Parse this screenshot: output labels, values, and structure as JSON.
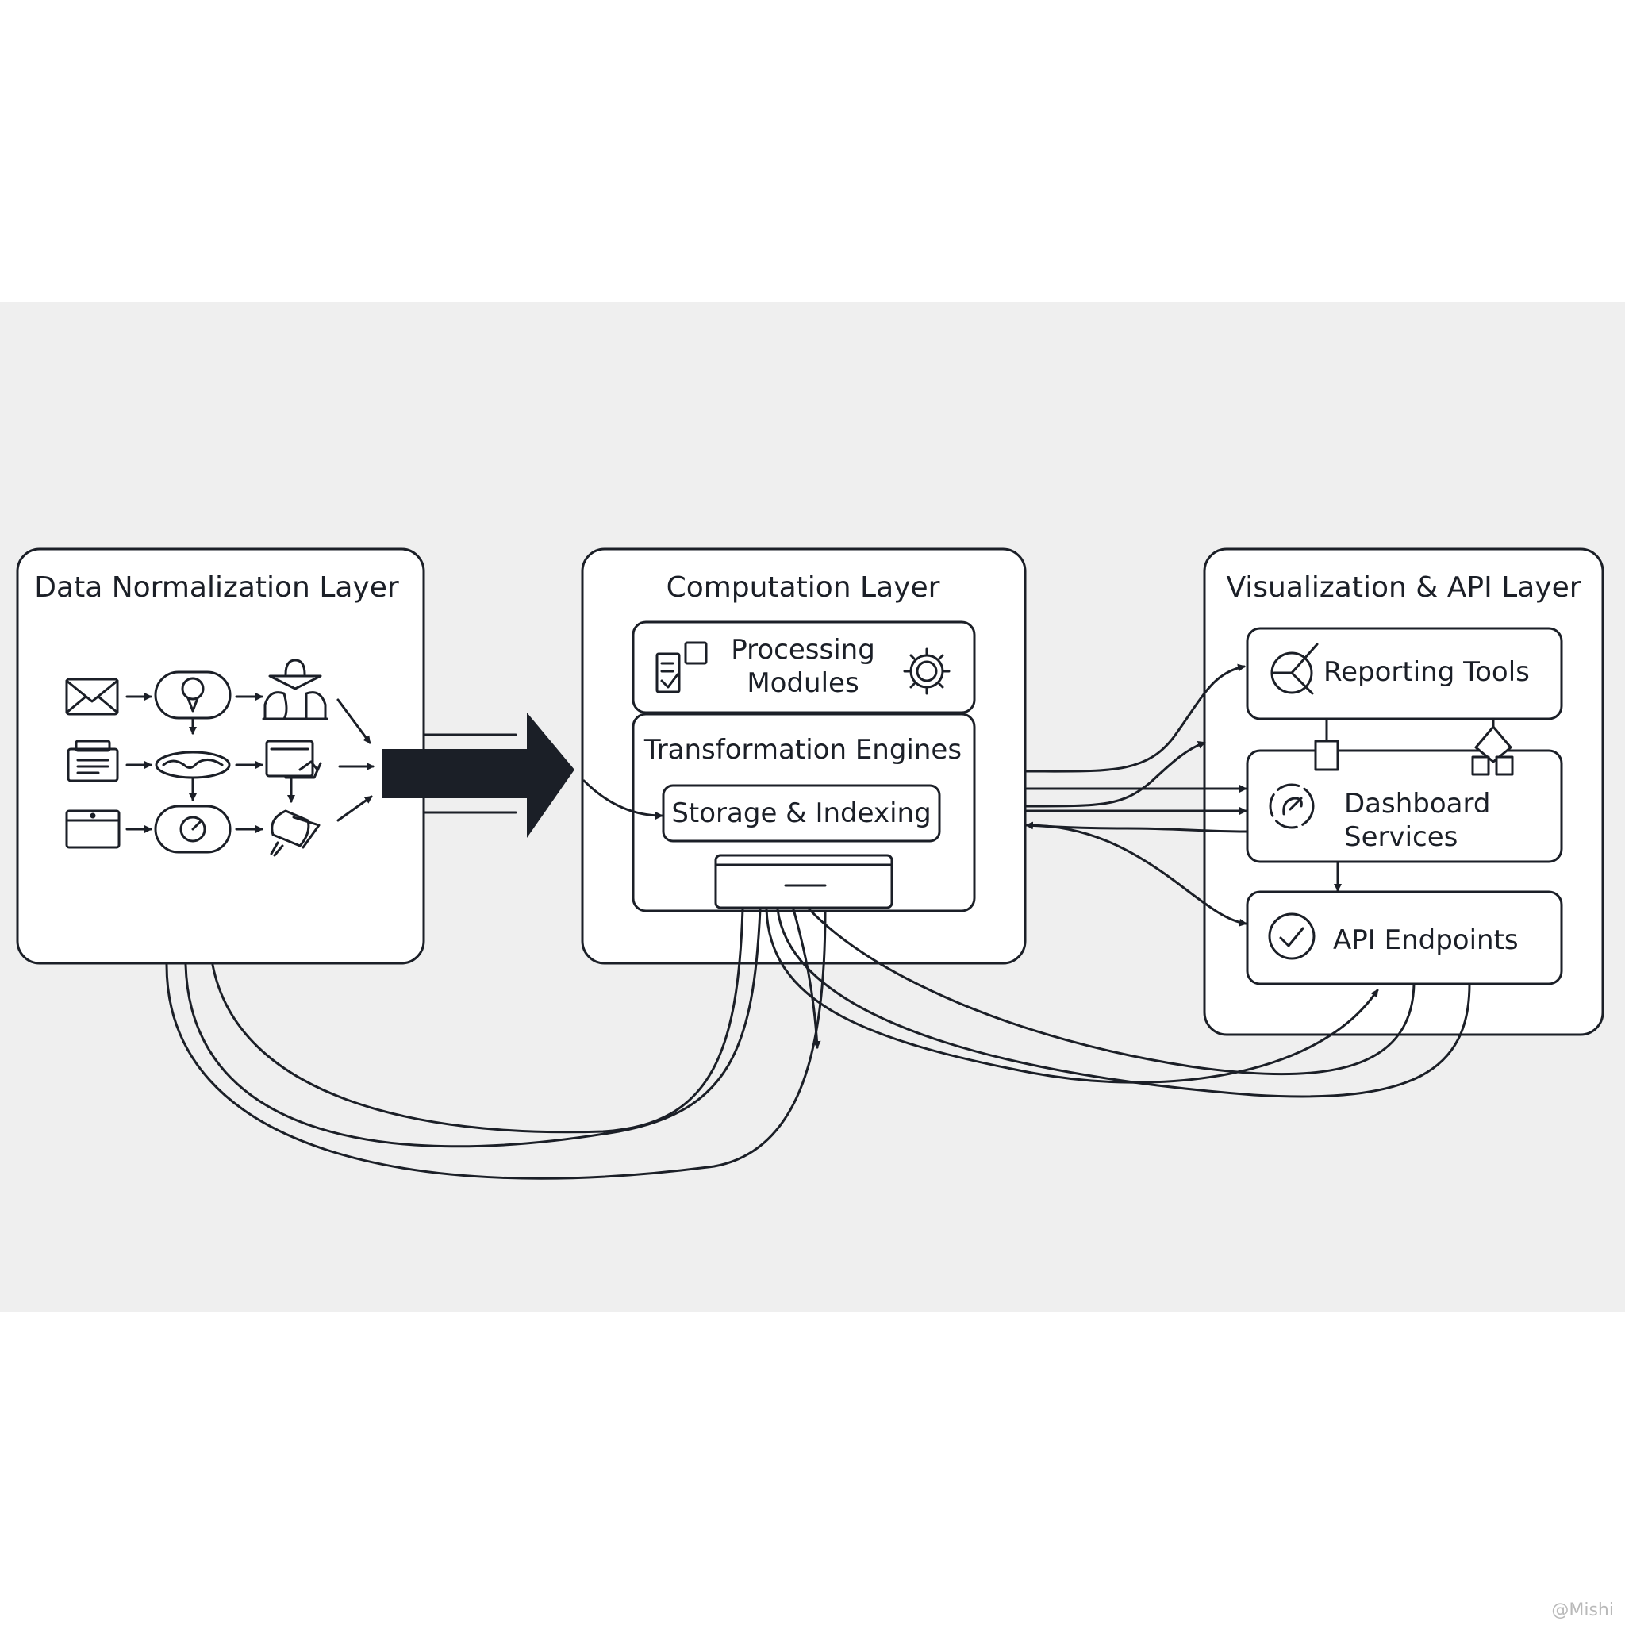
{
  "layers": {
    "normalization": {
      "title": "Data Normalization Layer"
    },
    "computation": {
      "title": "Computation Layer",
      "processing_line1": "Processing",
      "processing_line2": "Modules",
      "transformation": "Transformation Engines",
      "storage": "Storage & Indexing"
    },
    "visualization": {
      "title": "Visualization & API Layer",
      "reporting": "Reporting Tools",
      "dashboard_line1": "Dashboard",
      "dashboard_line2": "Services",
      "api": "API Endpoints"
    }
  },
  "watermark": "@Mishi",
  "colors": {
    "ink": "#1b1f27",
    "band": "#efefef",
    "panel": "#ffffff"
  },
  "icons": [
    "envelope-icon",
    "map-pin-icon",
    "person-icon",
    "printer-icon",
    "lens-icon",
    "monitor-icon",
    "folder-icon",
    "timer-icon",
    "tool-icon",
    "checklist-icon",
    "gear-icon",
    "chart-icon",
    "dashboard-icon",
    "check-circle-icon"
  ]
}
